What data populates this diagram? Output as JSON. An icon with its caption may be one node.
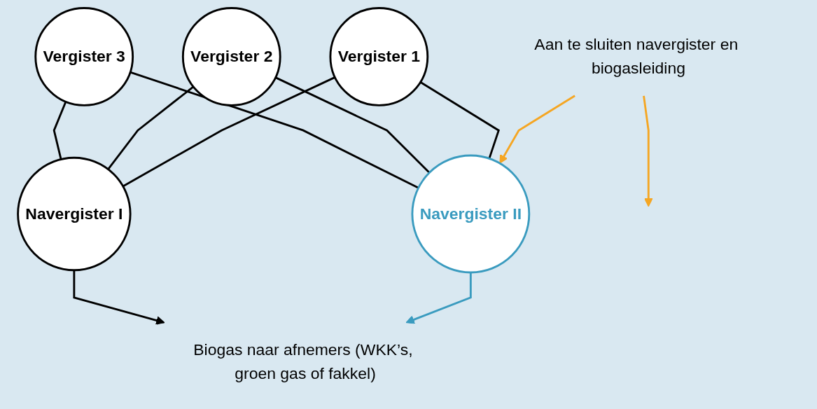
{
  "diagram": {
    "nodes": [
      {
        "text": [
          "Vergister 3"
        ]
      },
      {
        "text": [
          "Vergister 2"
        ]
      },
      {
        "text": [
          "Vergister 1"
        ]
      },
      {
        "text": [
          "Navergister II"
        ]
      },
      {
        "text": [
          "Navergister I"
        ]
      },
      {
        "text": [
          "Biogas naar afnemers (WKK’s, groen gas of fakkel)"
        ]
      },
      {
        "text": [
          "Aan te sluiten navergister en biogasleiding"
        ]
      }
    ],
    "edges": [
      {
        "from": 0,
        "to": 3,
        "arrow": "none"
      },
      {
        "from": 1,
        "to": 3,
        "arrow": "none"
      },
      {
        "from": 2,
        "to": 3,
        "arrow": "none"
      },
      {
        "from": 0,
        "to": 4,
        "arrow": "none"
      },
      {
        "from": 1,
        "to": 4,
        "arrow": "none"
      },
      {
        "from": 2,
        "to": 4,
        "arrow": "none"
      },
      {
        "from": 4,
        "to": 5,
        "arrow": "to"
      },
      {
        "from": 3,
        "to": 5,
        "arrow": "to",
        "color": "#3a9bbf"
      },
      {
        "from": 6,
        "to": 3,
        "arrow": "to",
        "color": "#f5a623"
      },
      {
        "from": 6,
        "to": null,
        "arrow": "to",
        "color": "#f5a623"
      }
    ]
  }
}
